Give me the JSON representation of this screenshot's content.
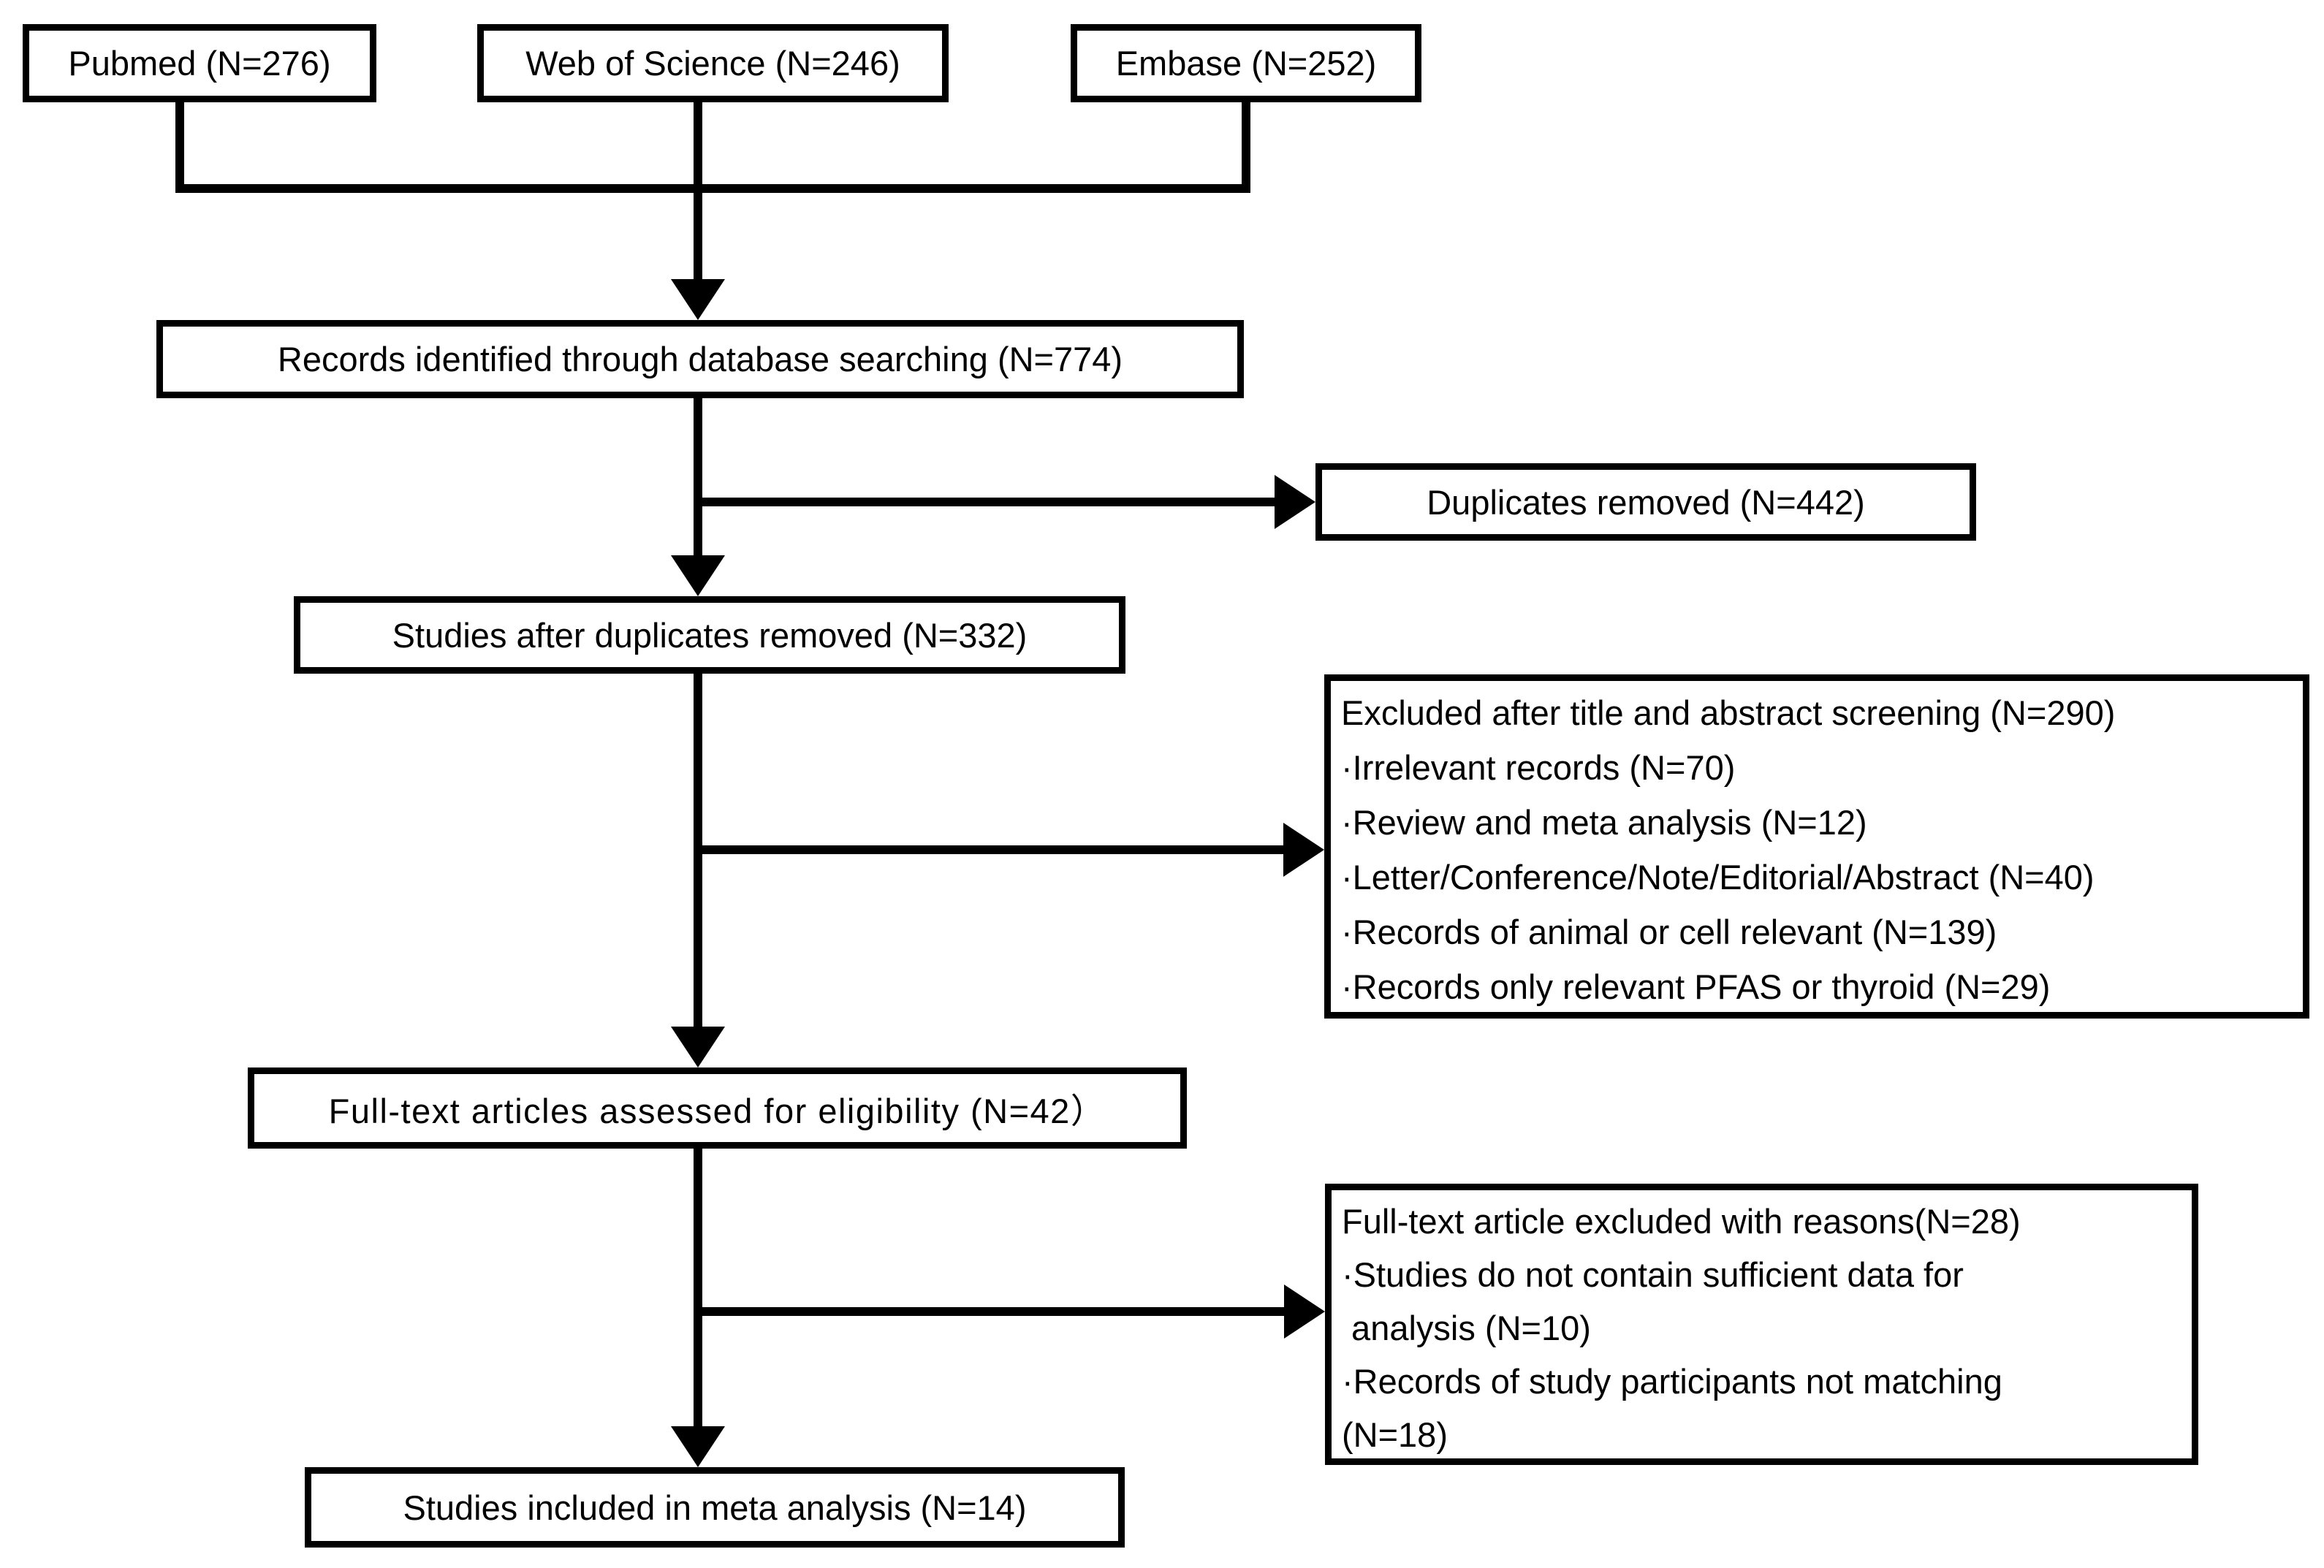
{
  "flow": {
    "sources": [
      {
        "label": "Pubmed (N=276)"
      },
      {
        "label": "Web of Science (N=246)"
      },
      {
        "label": "Embase (N=252)"
      }
    ],
    "identified": {
      "label": "Records identified through database searching (N=774)"
    },
    "duplicates_removed": {
      "label": "Duplicates removed (N=442)"
    },
    "after_duplicates": {
      "label": "Studies after duplicates removed (N=332)"
    },
    "excluded_screening": {
      "lines": [
        "Excluded after title and abstract screening (N=290)",
        "·Irrelevant records (N=70)",
        "·Review and meta analysis (N=12)",
        "·Letter/Conference/Note/Editorial/Abstract (N=40)",
        "·Records of animal or cell relevant (N=139)",
        "·Records only relevant PFAS or thyroid (N=29)"
      ]
    },
    "fulltext_assessed": {
      "label": "Full-text articles assessed for eligibility (N=42）"
    },
    "fulltext_excluded": {
      "lines": [
        "Full-text article excluded with reasons(N=28)",
        "·Studies do not contain sufficient data for",
        " analysis (N=10)",
        "·Records of study participants not matching",
        "(N=18)"
      ]
    },
    "included": {
      "label": "Studies included in meta analysis (N=14)"
    }
  }
}
